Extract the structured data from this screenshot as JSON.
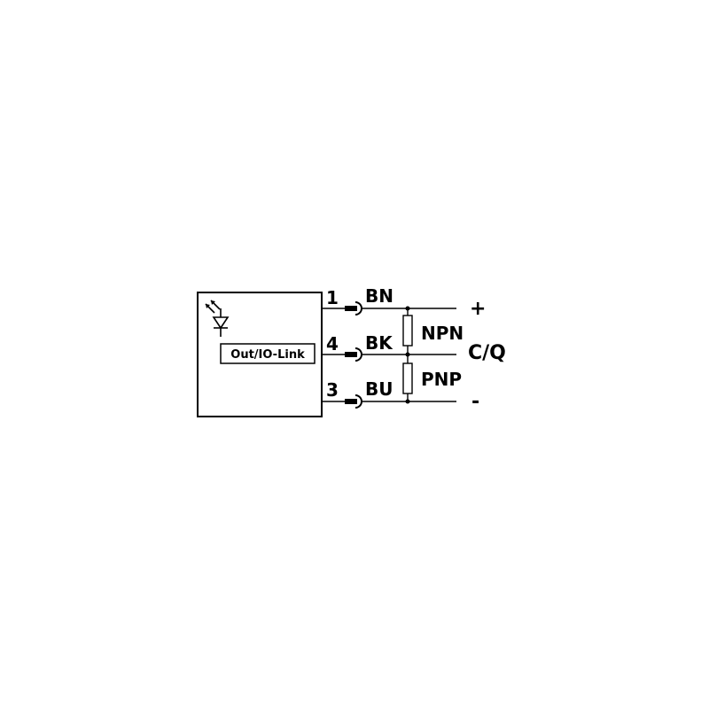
{
  "device": {
    "interface_label": "Out/IO-Link"
  },
  "pins": [
    {
      "number": "1",
      "color_code": "BN",
      "rail_label": "+"
    },
    {
      "number": "4",
      "color_code": "BK",
      "rail_label": "C/Q"
    },
    {
      "number": "3",
      "color_code": "BU",
      "rail_label": "-"
    }
  ],
  "loads": [
    {
      "label": "NPN"
    },
    {
      "label": "PNP"
    }
  ],
  "icons": [
    "photodiode-icon",
    "connector-socket-icon",
    "resistor-icon"
  ],
  "colors": {
    "line": "#000000",
    "background": "#ffffff"
  }
}
